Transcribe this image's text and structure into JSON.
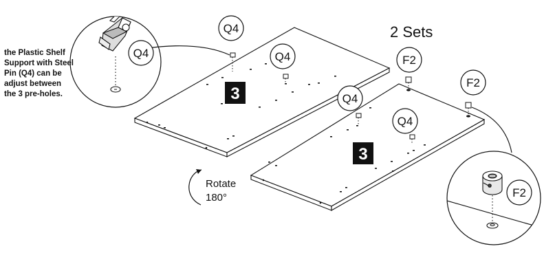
{
  "title": "2 Sets",
  "step_number": "3",
  "parts": {
    "q4": "Q4",
    "f2": "F2"
  },
  "note_lines": [
    "the Plastic Shelf",
    "Support with Steel",
    "Pin (Q4) can be",
    "adjust between",
    "the 3 pre-holes."
  ],
  "rotate": {
    "line1": "Rotate",
    "line2": "180°"
  },
  "colors": {
    "ink": "#111111",
    "panel": "#ffffff",
    "badge": "#111111",
    "badge_text": "#ffffff"
  }
}
